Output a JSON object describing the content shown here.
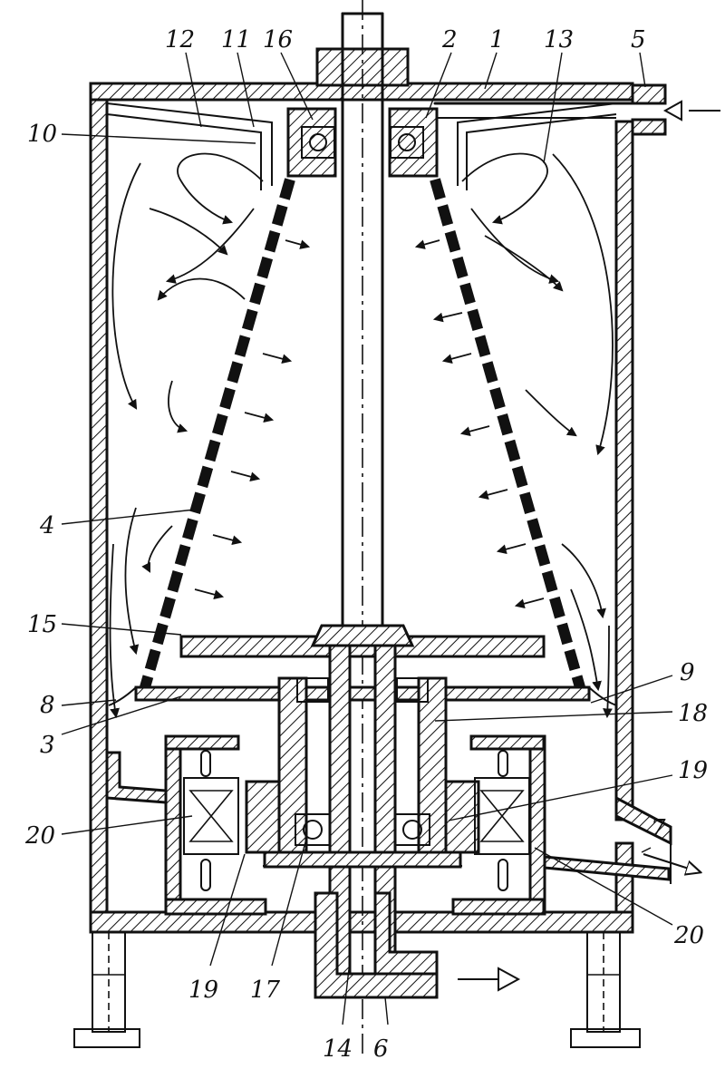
{
  "diagram": {
    "labels": [
      {
        "id": "12",
        "text": "12"
      },
      {
        "id": "11",
        "text": "11"
      },
      {
        "id": "16",
        "text": "16"
      },
      {
        "id": "2",
        "text": "2"
      },
      {
        "id": "1",
        "text": "1"
      },
      {
        "id": "13",
        "text": "13"
      },
      {
        "id": "5",
        "text": "5"
      },
      {
        "id": "10",
        "text": "10"
      },
      {
        "id": "4",
        "text": "4"
      },
      {
        "id": "15",
        "text": "15"
      },
      {
        "id": "9",
        "text": "9"
      },
      {
        "id": "8",
        "text": "8"
      },
      {
        "id": "18",
        "text": "18"
      },
      {
        "id": "3",
        "text": "3"
      },
      {
        "id": "19r",
        "text": "19"
      },
      {
        "id": "20l",
        "text": "20"
      },
      {
        "id": "7",
        "text": "7"
      },
      {
        "id": "20r",
        "text": "20"
      },
      {
        "id": "19l",
        "text": "19"
      },
      {
        "id": "17",
        "text": "17"
      },
      {
        "id": "14",
        "text": "14"
      },
      {
        "id": "6",
        "text": "6"
      }
    ]
  }
}
